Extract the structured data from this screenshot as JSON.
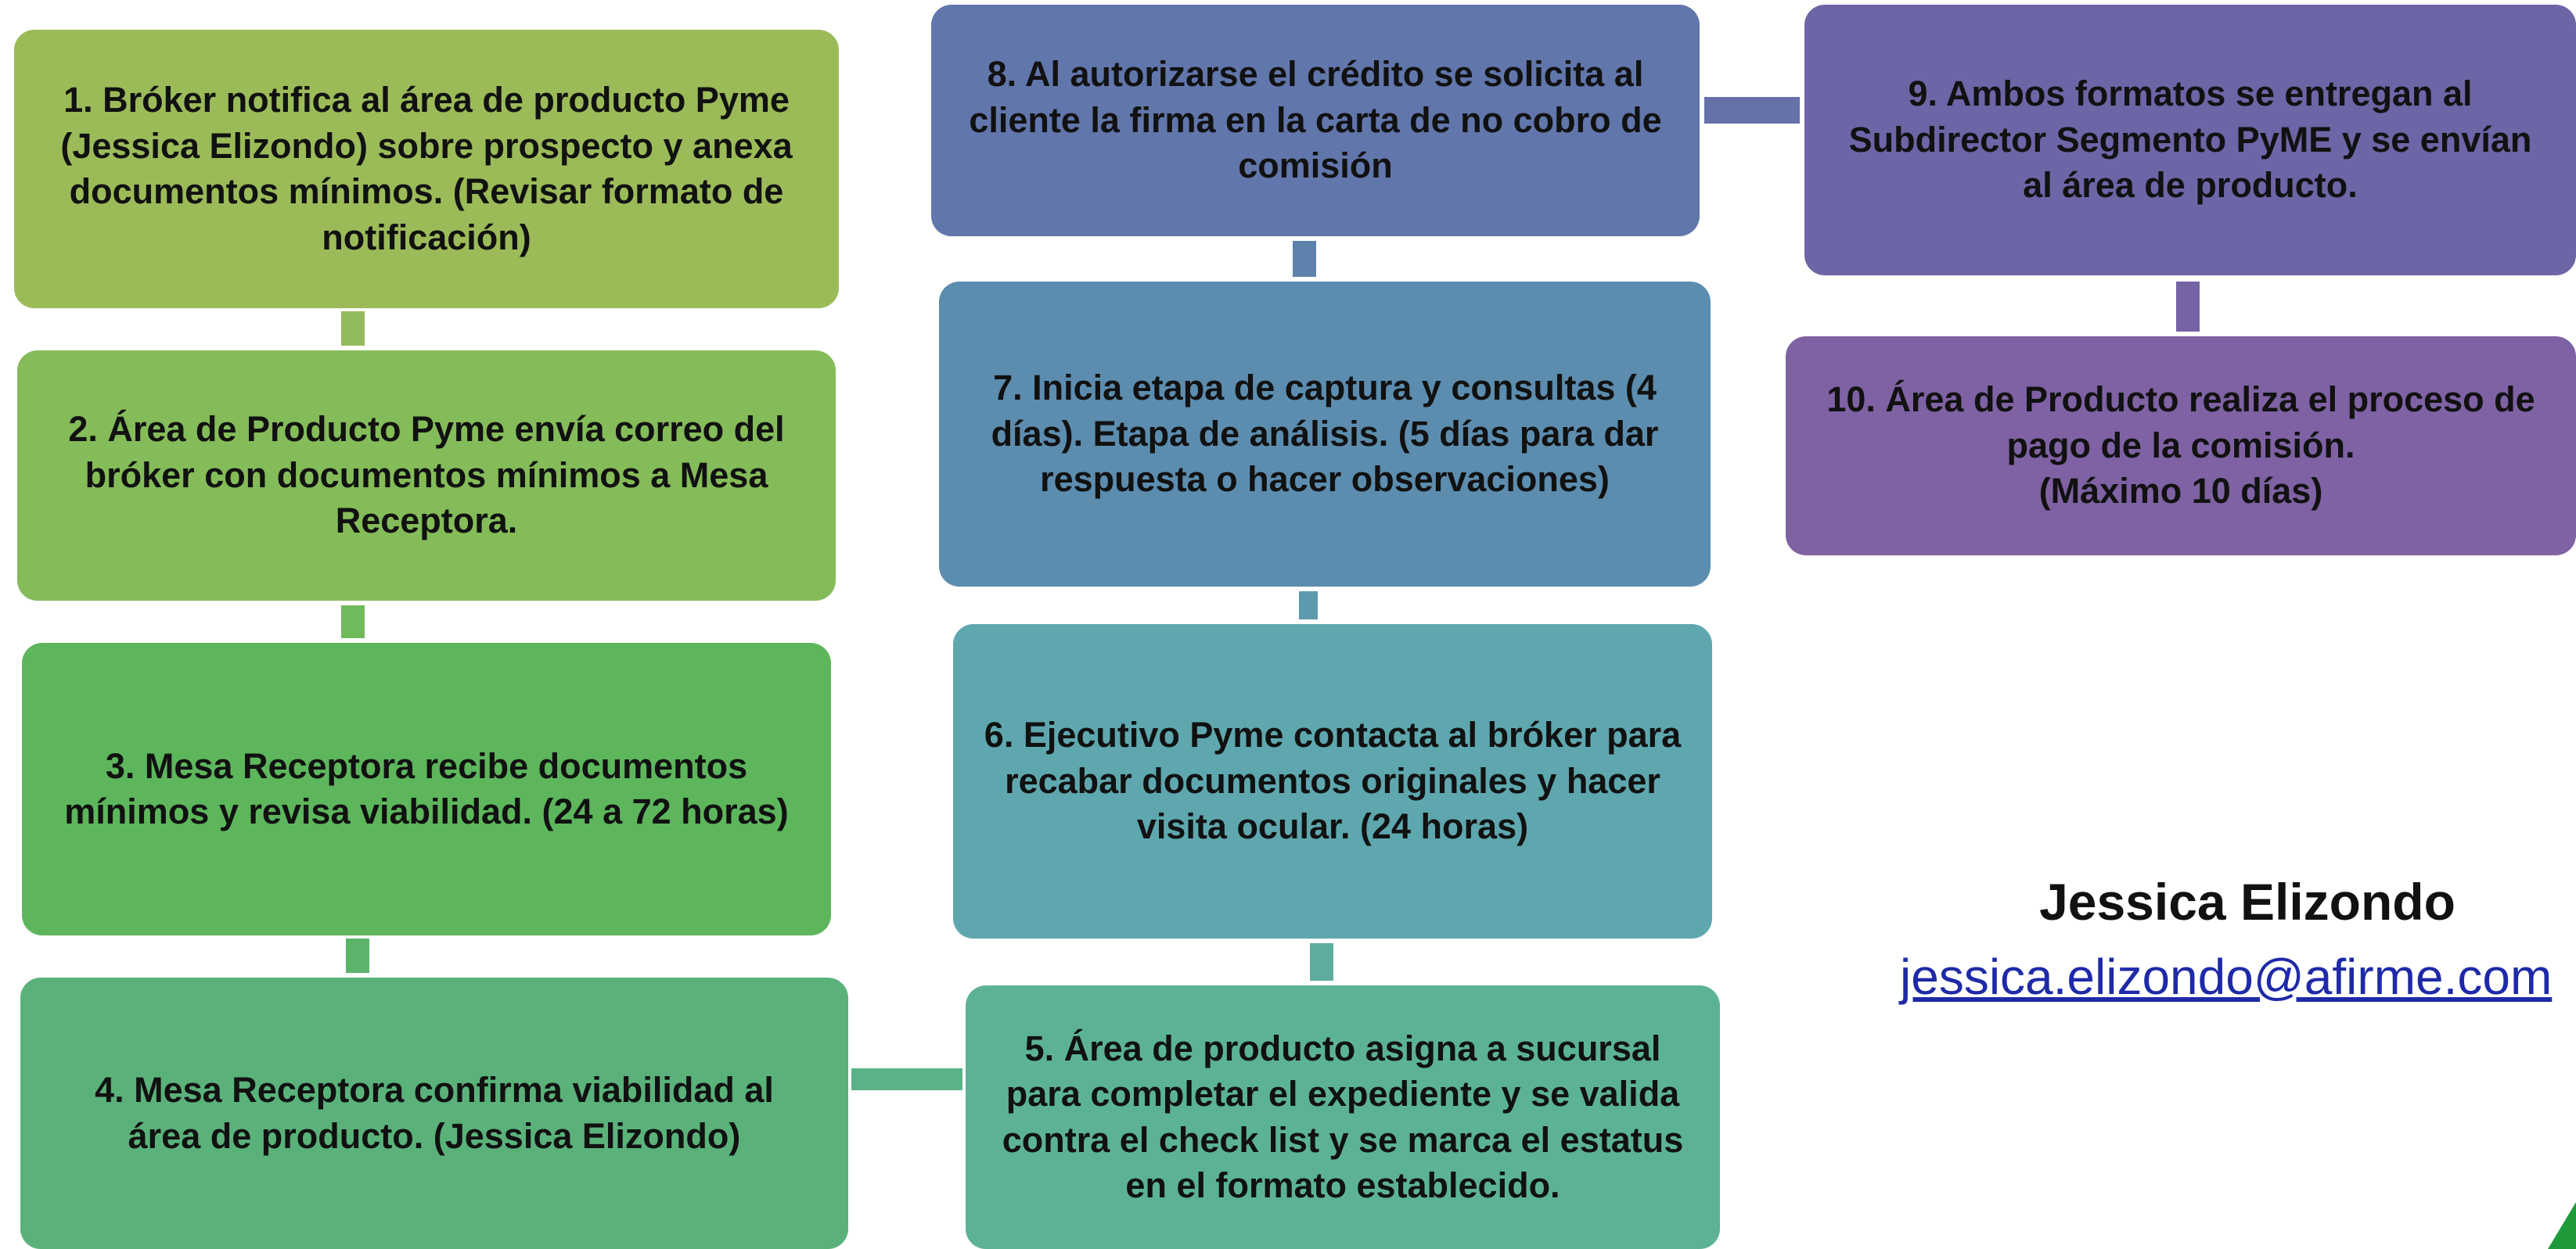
{
  "steps": [
    {
      "id": "1",
      "text": "1. Bróker notifica al área de producto Pyme\n(Jessica Elizondo) sobre prospecto y anexa\ndocumentos mínimos. (Revisar formato de\nnotificación)"
    },
    {
      "id": "2",
      "text": "2. Área de Producto Pyme envía correo del\nbróker con documentos mínimos a Mesa\nReceptora."
    },
    {
      "id": "3",
      "text": "3. Mesa Receptora recibe documentos\nmínimos y revisa viabilidad. (24 a 72 horas)"
    },
    {
      "id": "4",
      "text": "4. Mesa Receptora confirma viabilidad al\nárea de producto. (Jessica Elizondo)"
    },
    {
      "id": "5",
      "text": "5.  Área de producto asigna a sucursal\npara completar el expediente y se valida\ncontra el check list y se marca el estatus\nen el formato establecido."
    },
    {
      "id": "6",
      "text": "6. Ejecutivo Pyme contacta al bróker para\nrecabar documentos originales y hacer\nvisita ocular. (24 horas)"
    },
    {
      "id": "7",
      "text": "7. Inicia etapa de captura y consultas (4\ndías). Etapa de análisis. (5 días para dar\nrespuesta o hacer observaciones)"
    },
    {
      "id": "8",
      "text": "8. Al autorizarse el crédito se solicita al\ncliente la firma en la carta de no cobro de\ncomisión"
    },
    {
      "id": "9",
      "text": "9. Ambos formatos se entregan al\nSubdirector Segmento PyME y se envían\nal área de producto."
    },
    {
      "id": "10",
      "text": "10. Área de Producto realiza el proceso de\npago de la comisión.\n(Máximo 10 días)"
    }
  ],
  "contact": {
    "name": "Jessica Elizondo",
    "email": "jessica.elizondo@afirme.com"
  },
  "colors": {
    "step1": "#9bbb59",
    "step2": "#84bc59",
    "step3": "#5db65c",
    "step4": "#5ab27a",
    "step5": "#5cb394",
    "step6": "#5ea7ae",
    "step7": "#5c8daf",
    "step8": "#6176ab",
    "step9": "#6c65a6",
    "step10": "#7e62a3",
    "link": "#1e2aa8"
  }
}
